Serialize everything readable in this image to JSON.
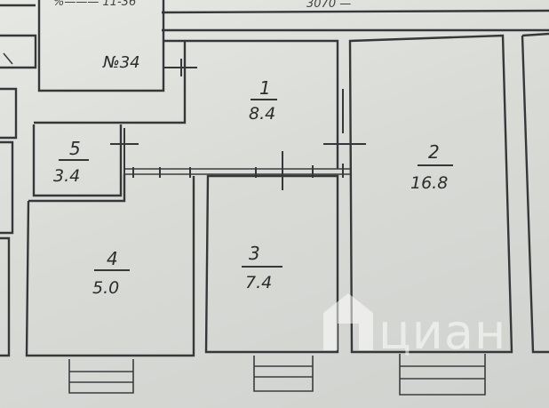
{
  "apartment": {
    "label": "№34",
    "top_fragments": [
      "%——— 11-36",
      "3070 —"
    ]
  },
  "rooms": [
    {
      "id": "1",
      "area": "8.4"
    },
    {
      "id": "2",
      "area": "16.8"
    },
    {
      "id": "3",
      "area": "7.4"
    },
    {
      "id": "4",
      "area": "5.0"
    },
    {
      "id": "5",
      "area": "3.4"
    }
  ],
  "watermark": {
    "text": "циан",
    "icon": "cian-house-logo-icon"
  },
  "colors": {
    "paper": "#e2e4e0",
    "ink": "#35373a",
    "watermark": "#ffffff"
  }
}
